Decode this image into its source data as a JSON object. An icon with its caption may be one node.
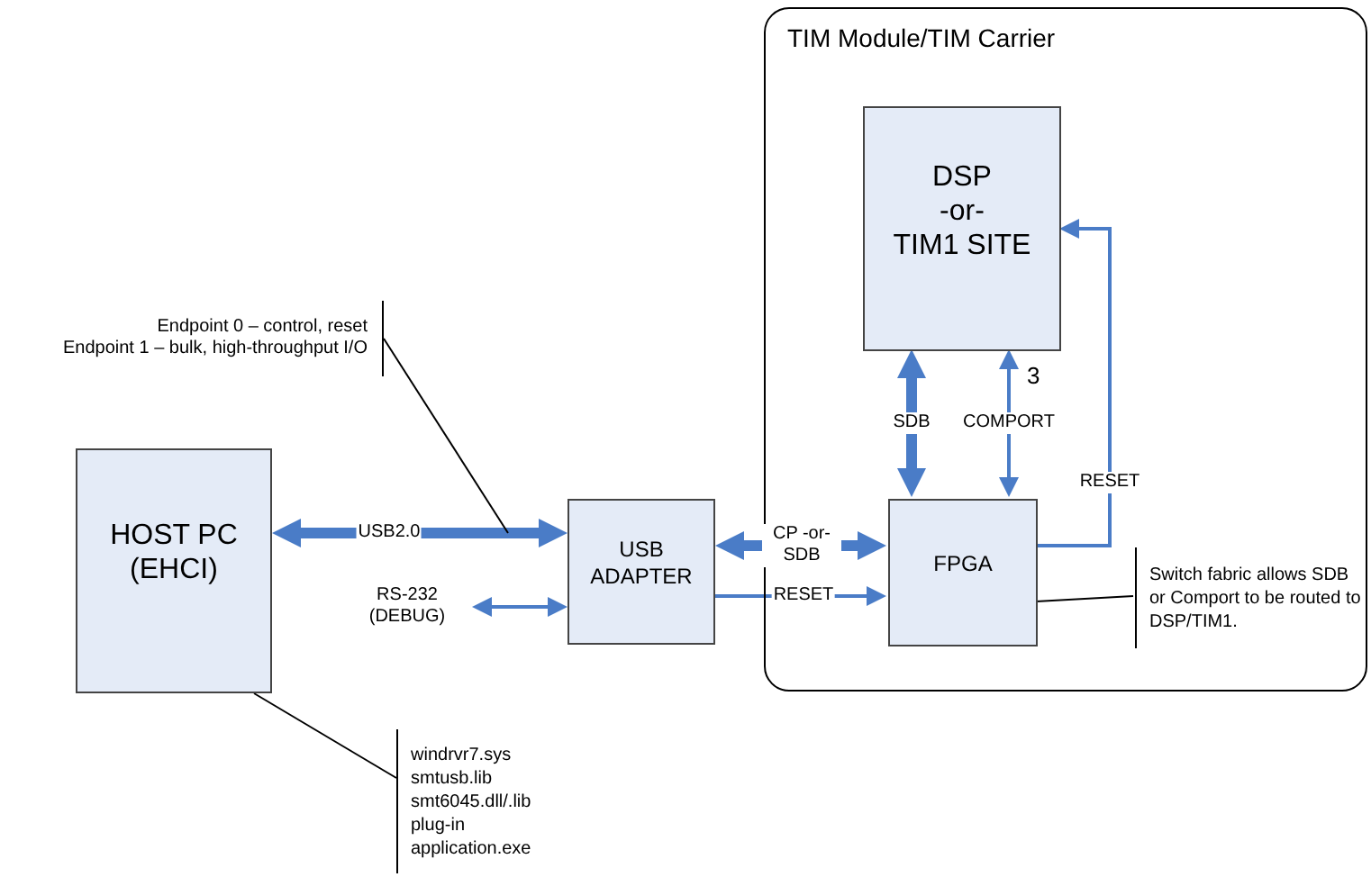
{
  "diagram": {
    "nodes": [
      {
        "text": [
          "TIM Module/TIM Carrier"
        ]
      },
      {
        "text": [
          "DSP",
          "-or-",
          "TIM1 SITE"
        ],
        "in": 0
      },
      {
        "text": [
          "FPGA"
        ],
        "in": 0
      },
      {
        "text": [
          "HOST PC",
          "(EHCI)"
        ]
      },
      {
        "text": [
          "USB ADAPTER"
        ]
      },
      {
        "text": [
          "Endpoint 0 – control, reset",
          "Endpoint 1 – bulk, high-throughput I/O"
        ]
      },
      {
        "text": [
          "Switch fabric allows SDB or Comport to be routed to DSP/TIM1."
        ],
        "in": 0
      },
      {
        "text": [
          "windrvr7.sys",
          "smtusb.lib",
          "smt6045.dll/.lib",
          "plug-in",
          "application.exe"
        ]
      }
    ],
    "edges": [
      {
        "from": 3,
        "to": 4,
        "arrow": "both",
        "label": "USB2.0",
        "style": "thick"
      },
      {
        "from": null,
        "to": 4,
        "arrow": "both",
        "label": "RS-232 (DEBUG)"
      },
      {
        "from": 4,
        "to": 2,
        "arrow": "both",
        "label": "CP -or- SDB",
        "style": "thick"
      },
      {
        "from": 4,
        "to": 2,
        "arrow": "to",
        "label": "RESET"
      },
      {
        "from": 1,
        "to": 2,
        "arrow": "both",
        "label": "SDB",
        "style": "thick"
      },
      {
        "from": 1,
        "to": 2,
        "arrow": "both",
        "label": "COMPORT"
      },
      {
        "from": 2,
        "to": 1,
        "arrow": "to",
        "label": "RESET"
      },
      {
        "from": 5,
        "to": null,
        "arrow": "none",
        "color": "#000000"
      },
      {
        "from": 6,
        "to": 2,
        "arrow": "none",
        "color": "#000000"
      },
      {
        "from": 7,
        "to": 3,
        "arrow": "none",
        "color": "#000000"
      }
    ],
    "labels": [
      "3"
    ]
  }
}
